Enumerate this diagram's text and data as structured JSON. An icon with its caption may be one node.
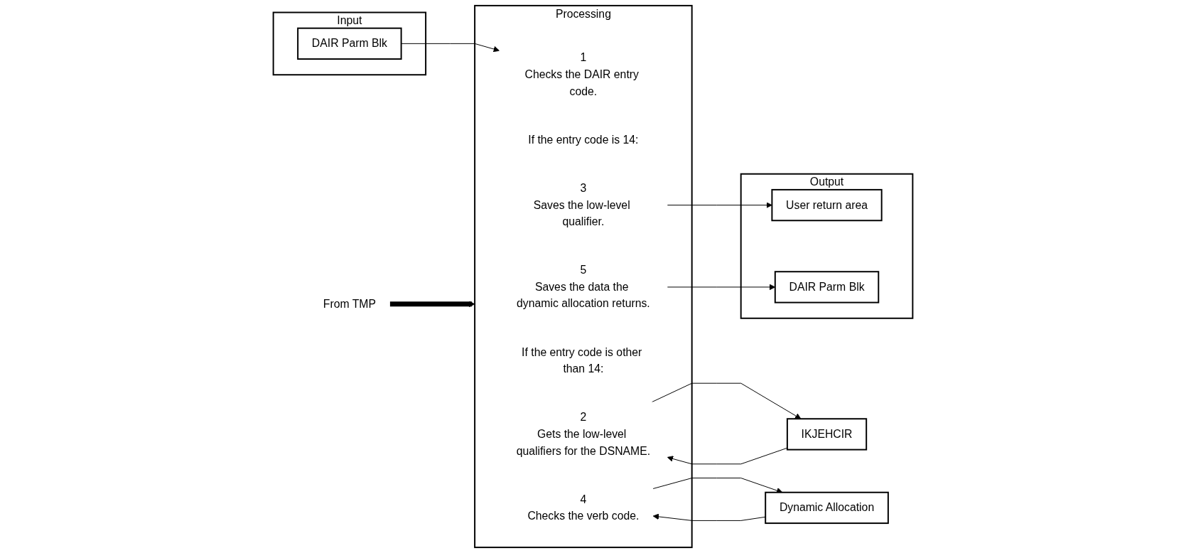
{
  "diagram": {
    "nodes": [
      {
        "text": [
          "Input"
        ]
      },
      {
        "text": [
          "DAIR Parm Blk"
        ],
        "in": 0
      },
      {
        "text": [
          "From TMP"
        ]
      },
      {
        "text": [
          "Processing"
        ]
      },
      {
        "text": [
          "1",
          "Checks the DAIR entry code."
        ],
        "in": 3
      },
      {
        "text": [
          "If the entry code is 14:"
        ],
        "in": 3
      },
      {
        "text": [
          "2",
          "Gets the low-level qualifiers for the DSNAME."
        ],
        "in": 3
      },
      {
        "text": [
          "3",
          "Saves the low-level qualifier."
        ],
        "in": 3
      },
      {
        "text": [
          "If the entry code is other than 14:"
        ],
        "in": 3
      },
      {
        "text": [
          "4",
          "Checks the verb code."
        ],
        "in": 3
      },
      {
        "text": [
          "5",
          "Saves the data the dynamic allocation returns."
        ],
        "in": 3
      },
      {
        "text": [
          "IKJEHCIR"
        ]
      },
      {
        "text": [
          "Dynamic Allocation"
        ]
      },
      {
        "text": [
          "Output"
        ]
      },
      {
        "text": [
          "User return area"
        ],
        "in": 13
      },
      {
        "text": [
          "DAIR Parm Blk"
        ],
        "in": 13
      }
    ],
    "edges": [
      {
        "from": 1,
        "to": 4,
        "arrow": "to"
      },
      {
        "from": 2,
        "to": 3,
        "arrow": "to",
        "style": "thick"
      },
      {
        "from": 6,
        "to": 11,
        "arrow": "to"
      },
      {
        "from": 11,
        "to": 6,
        "arrow": "to"
      },
      {
        "from": 7,
        "to": 14,
        "arrow": "to"
      },
      {
        "from": 9,
        "to": 12,
        "arrow": "to"
      },
      {
        "from": 12,
        "to": 9,
        "arrow": "to"
      },
      {
        "from": 10,
        "to": 15,
        "arrow": "to"
      }
    ]
  }
}
